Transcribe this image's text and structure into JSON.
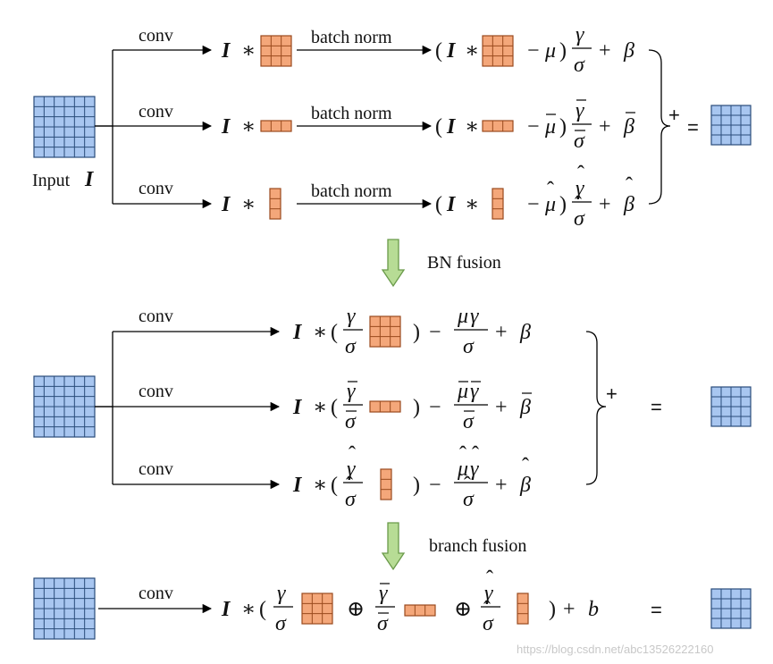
{
  "labels": {
    "conv": "conv",
    "batch_norm": "batch norm",
    "input_word": "Input",
    "input_symbol": "I",
    "bn_fusion": "BN fusion",
    "branch_fusion": "branch fusion",
    "plus": "+",
    "equals": "=",
    "times": "∗"
  },
  "sym": {
    "I": "I",
    "gamma": "γ",
    "sigma": "σ",
    "mu": "μ",
    "beta": "β",
    "b": "b",
    "minus": "−",
    "plus": "+",
    "lparen": "(",
    "rparen": ")",
    "oplus": "⊕",
    "bar": "¯",
    "hat": "ˆ"
  },
  "colors": {
    "input_fill": "#a8c6f0",
    "input_grid": "#2a4c7a",
    "kernel_fill": "#f4a77a",
    "kernel_grid": "#9a4a1e",
    "arrow_fill": "#b7dc95",
    "arrow_stroke": "#6a9a4a"
  },
  "watermark": "https://blog.csdn.net/abc13526222160"
}
